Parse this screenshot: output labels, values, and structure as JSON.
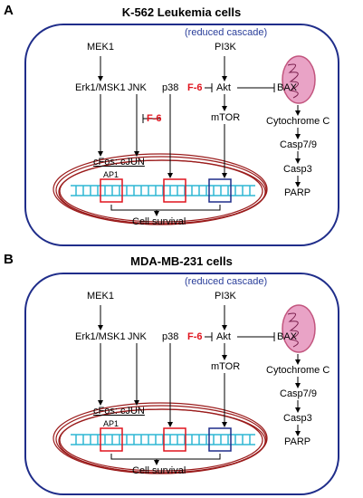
{
  "colors": {
    "cell_border": "#1f2d8a",
    "nucleus": "#9b1c1c",
    "dna": "#2fb7d4",
    "inhibitor_label": "#e0141e",
    "cascade_label": "#2a3e9a",
    "mitochondria": "#d46aa0",
    "box_red": "#e0141e",
    "box_blue": "#1f2d8a"
  },
  "icons": [
    "mitochondrion-icon",
    "dna-helix-icon",
    "nucleus-icon"
  ],
  "panels": [
    {
      "letter": "A",
      "title": "K-562 Leukemia cells",
      "cascade_note": "(reduced cascade)",
      "nodes": {
        "mek1": "MEK1",
        "erk": "Erk1/MSK1",
        "jnk": "JNK",
        "p38": "p38",
        "pi3k": "PI3K",
        "inhibitor_jnk": "F-6",
        "inhibitor_akt": "F-6",
        "akt": "Akt",
        "bax": "BAX",
        "mtor": "mTOR",
        "cytochrome": "Cytochrome C",
        "casp79": "Casp7/9",
        "casp3": "Casp3",
        "parp": "PARP",
        "cfos": "cFos: cJUN",
        "ap1": "AP1",
        "survival": "Cell survival"
      }
    },
    {
      "letter": "B",
      "title": "MDA-MB-231 cells",
      "cascade_note": "(reduced cascade)",
      "nodes": {
        "mek1": "MEK1",
        "erk": "Erk1/MSK1",
        "jnk": "JNK",
        "p38": "p38",
        "pi3k": "PI3K",
        "inhibitor_akt": "F-6",
        "akt": "Akt",
        "bax": "BAX",
        "mtor": "mTOR",
        "cytochrome": "Cytochrome C",
        "casp79": "Casp7/9",
        "casp3": "Casp3",
        "parp": "PARP",
        "cfos": "cFos: cJUN",
        "ap1": "AP1",
        "survival": "Cell survival"
      }
    }
  ]
}
